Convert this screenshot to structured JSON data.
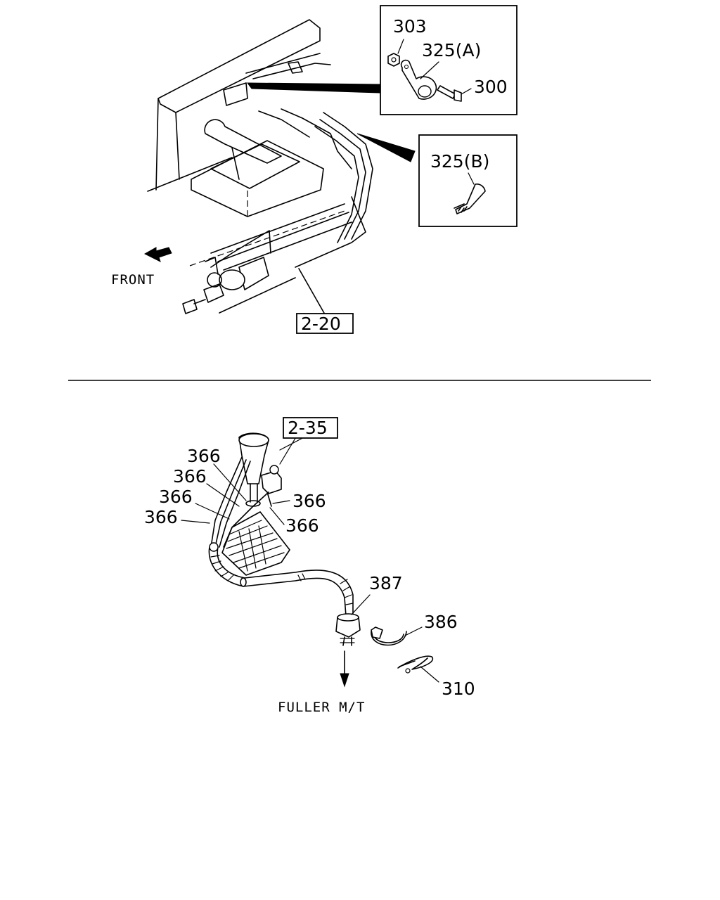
{
  "top_figure": {
    "front_label": "FRONT",
    "ref_box": "2-20",
    "callout_a": {
      "labels": {
        "nut": "303",
        "clip": "325(A)",
        "bolt": "300"
      }
    },
    "callout_b": {
      "labels": {
        "tie": "325(B)"
      }
    }
  },
  "bottom_figure": {
    "ref_box": "2-35",
    "labels": {
      "cable_1": "366",
      "cable_2": "366",
      "cable_3": "366",
      "cable_4": "366",
      "cable_5": "366",
      "cable_6": "366",
      "grommet": "387",
      "band": "386",
      "pin": "310"
    },
    "caption": "FULLER M/T"
  }
}
